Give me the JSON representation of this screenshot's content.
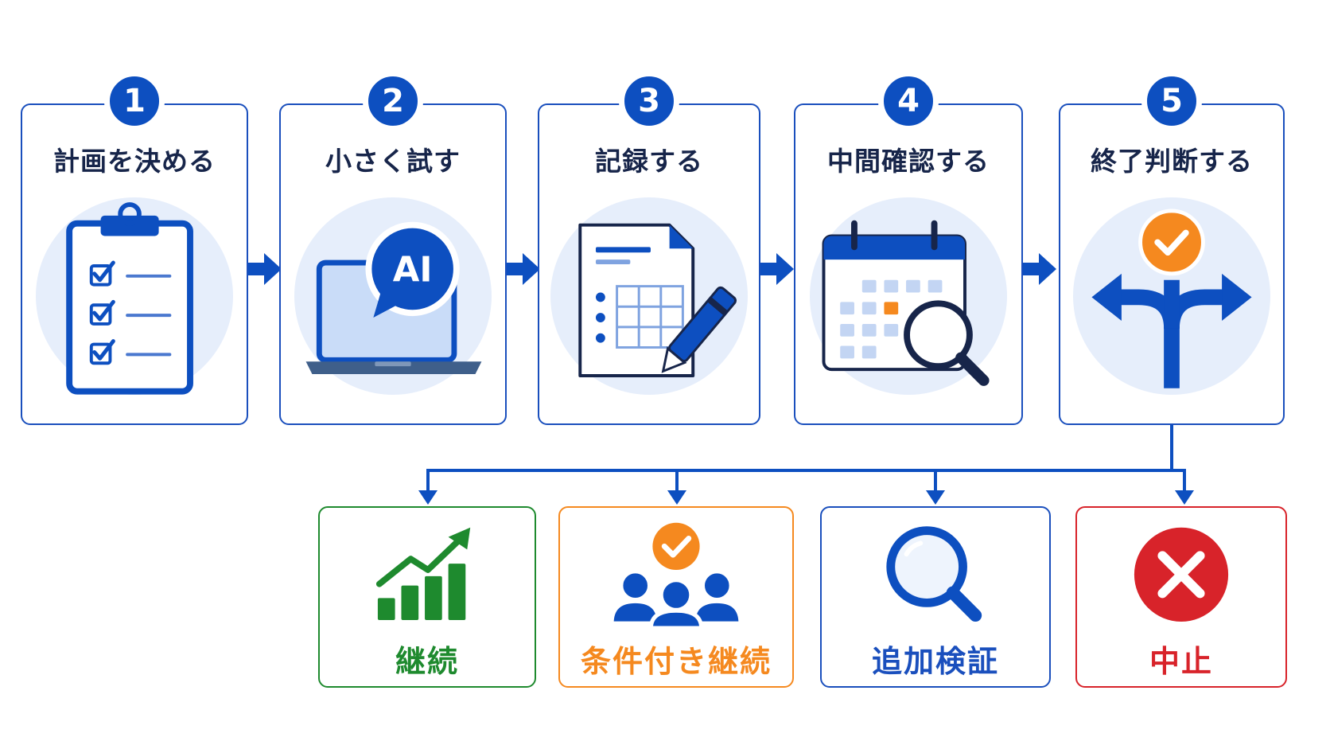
{
  "colors": {
    "primary": "#0d4fc0",
    "card_border": "#1a4fbd",
    "title_text": "#17254a",
    "circle_bg": "#e6eefb",
    "continue": "#1e8a2e",
    "conditional": "#f5891f",
    "verify": "#1a4fbd",
    "stop": "#d8232a"
  },
  "steps": [
    {
      "number": "1",
      "title": "計画を決める",
      "icon": "clipboard-checklist-icon"
    },
    {
      "number": "2",
      "title": "小さく試す",
      "icon": "laptop-ai-icon",
      "icon_text": "AI"
    },
    {
      "number": "3",
      "title": "記録する",
      "icon": "document-table-pen-icon"
    },
    {
      "number": "4",
      "title": "中間確認する",
      "icon": "calendar-magnifier-icon"
    },
    {
      "number": "5",
      "title": "終了判断する",
      "icon": "decision-split-arrow-icon"
    }
  ],
  "outcomes": [
    {
      "label": "継続",
      "icon": "growth-chart-icon",
      "color": "#1e8a2e"
    },
    {
      "label": "条件付き継続",
      "icon": "team-check-icon",
      "color": "#f5891f"
    },
    {
      "label": "追加検証",
      "icon": "magnifier-icon",
      "color": "#1a4fbd"
    },
    {
      "label": "中止",
      "icon": "cross-circle-icon",
      "color": "#d8232a"
    }
  ]
}
